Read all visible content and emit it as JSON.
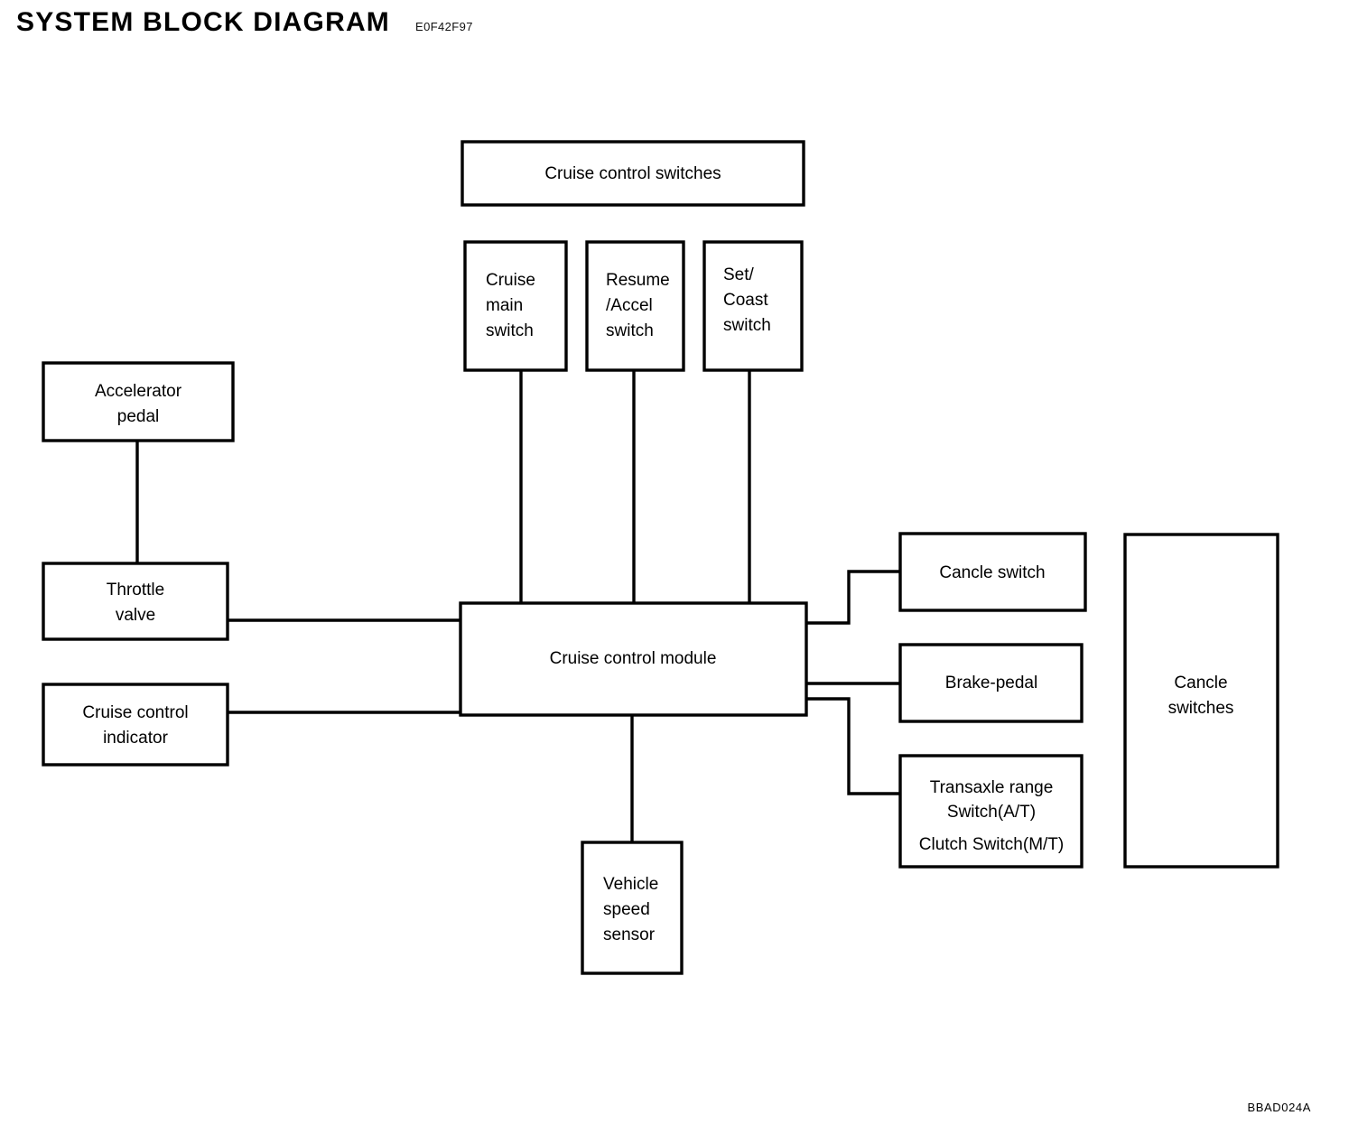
{
  "header": {
    "title": "SYSTEM BLOCK DIAGRAM",
    "code": "E0F42F97"
  },
  "footer": {
    "code": "BBAD024A"
  },
  "diagram": {
    "type": "block-diagram",
    "blocks": {
      "cruise_control_switches": {
        "label": "Cruise control switches"
      },
      "cruise_main_switch": {
        "line1": "Cruise",
        "line2": "main",
        "line3": "switch"
      },
      "resume_accel_switch": {
        "line1": "Resume",
        "line2": "/Accel",
        "line3": "switch"
      },
      "set_coast_switch": {
        "line1": "Set/",
        "line2": "Coast",
        "line3": "switch"
      },
      "accelerator_pedal": {
        "line1": "Accelerator",
        "line2": "pedal"
      },
      "throttle_valve": {
        "line1": "Throttle",
        "line2": "valve"
      },
      "cruise_control_indicator": {
        "line1": "Cruise control",
        "line2": "indicator"
      },
      "cruise_control_module": {
        "label": "Cruise control module"
      },
      "vehicle_speed_sensor": {
        "line1": "Vehicle",
        "line2": "speed",
        "line3": "sensor"
      },
      "cancle_switch": {
        "label": "Cancle switch"
      },
      "brake_pedal": {
        "label": "Brake-pedal"
      },
      "transaxle_clutch_switch": {
        "line1": "Transaxle range",
        "line2": "Switch(A/T)",
        "line3": "Clutch Switch(M/T)"
      },
      "cancle_switches_group": {
        "line1": "Cancle",
        "line2": "switches"
      }
    },
    "colors": {
      "stroke": "#000000",
      "fill": "#ffffff",
      "text": "#000000"
    }
  }
}
